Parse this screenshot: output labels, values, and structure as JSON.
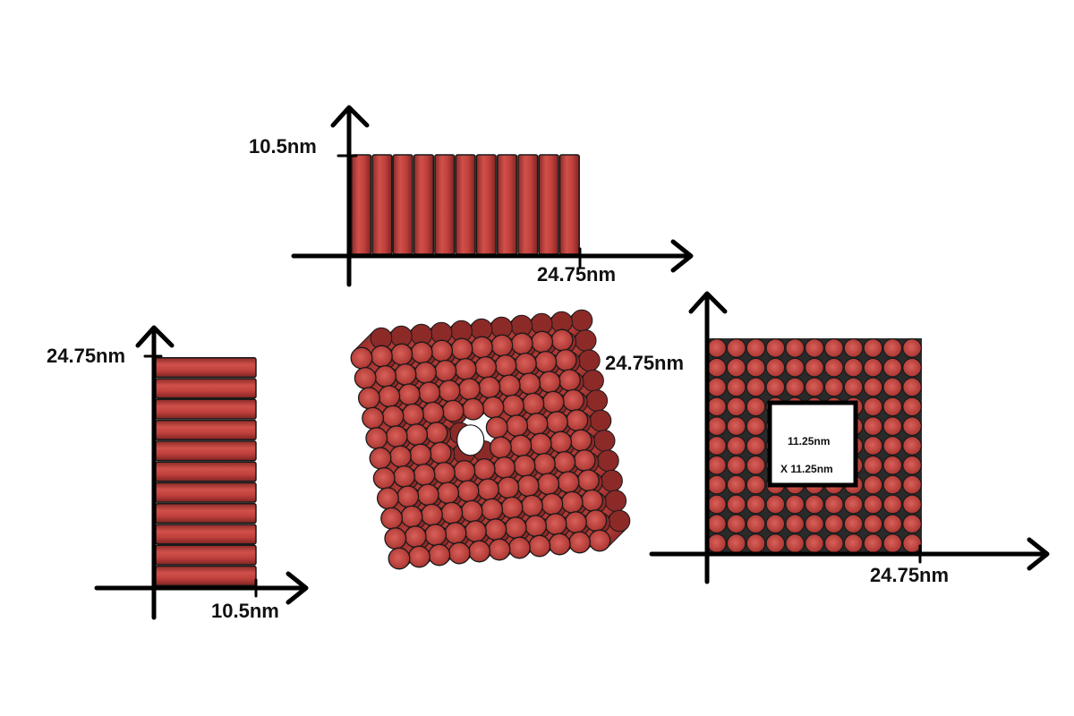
{
  "palette": {
    "rod_fill": "#c0403c",
    "rod_dark": "#8c2a28",
    "rod_light": "#d86560",
    "outline": "#1a1a1a",
    "axis": "#000000",
    "background": "#ffffff"
  },
  "diagrams": {
    "front_view": {
      "height_label": "10.5nm",
      "width_label": "24.75nm",
      "rod_count": 11
    },
    "side_view": {
      "height_label": "24.75nm",
      "width_label": "10.5nm",
      "rod_count": 11
    },
    "isometric_block": {
      "rows": 11,
      "cols": 11,
      "pore_rows": 2,
      "pore_cols": 2
    },
    "end_view": {
      "height_label": "24.75nm",
      "width_label": "24.75nm",
      "rows": 11,
      "cols": 11,
      "pore_label_line1": "11.25nm",
      "pore_label_line2": "X 11.25nm"
    }
  }
}
